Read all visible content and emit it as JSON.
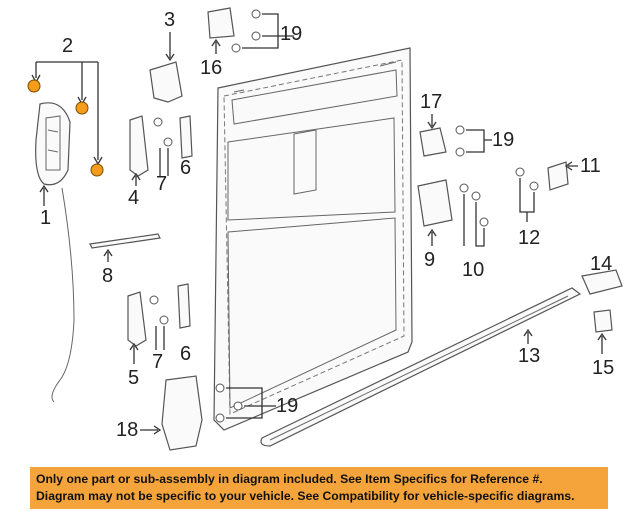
{
  "callouts": {
    "c1": "1",
    "c2": "2",
    "c3": "3",
    "c4": "4",
    "c5": "5",
    "c6a": "6",
    "c6b": "6",
    "c7a": "7",
    "c7b": "7",
    "c8": "8",
    "c9": "9",
    "c10": "10",
    "c11": "11",
    "c12": "12",
    "c13": "13",
    "c14": "14",
    "c15": "15",
    "c16": "16",
    "c17": "17",
    "c18": "18",
    "c19a": "19",
    "c19b": "19",
    "c19c": "19"
  },
  "notice": {
    "line1": "Only one part or sub-assembly in diagram included. See Item Specifics for Reference #.",
    "line2": "Diagram may not be specific to your vehicle. See Compatibility for vehicle-specific diagrams."
  },
  "colors": {
    "highlight": "#f59c1a",
    "banner": "#f5a43c"
  }
}
